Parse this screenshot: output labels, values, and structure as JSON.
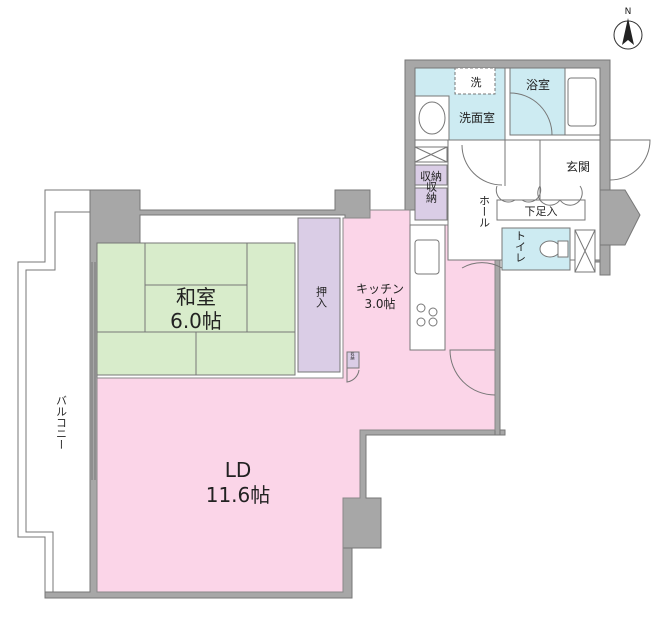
{
  "compass": {
    "label": "N",
    "direction": "north-up"
  },
  "colors": {
    "ld": "#fbd5e8",
    "washitsu": "#d8eccb",
    "storage": "#dacde6",
    "wet": "#cdebf2",
    "wall": "#a7a7a7"
  },
  "rooms": {
    "washitsu": {
      "name": "和室",
      "size": "6.0帖"
    },
    "ld": {
      "name": "LD",
      "size": "11.6帖"
    },
    "kitchen": {
      "name": "キッチン",
      "size": "3.0帖"
    },
    "oshiire": "押入",
    "small_storage": "収納",
    "balcony": "バルコニー",
    "storage1": "収納",
    "storage2": "収納",
    "hall": "ホール",
    "entrance": "玄関",
    "shoe_area": "下足入",
    "toilet": "トイレ",
    "washroom": "洗面室",
    "washer": "洗",
    "bath": "浴室"
  }
}
